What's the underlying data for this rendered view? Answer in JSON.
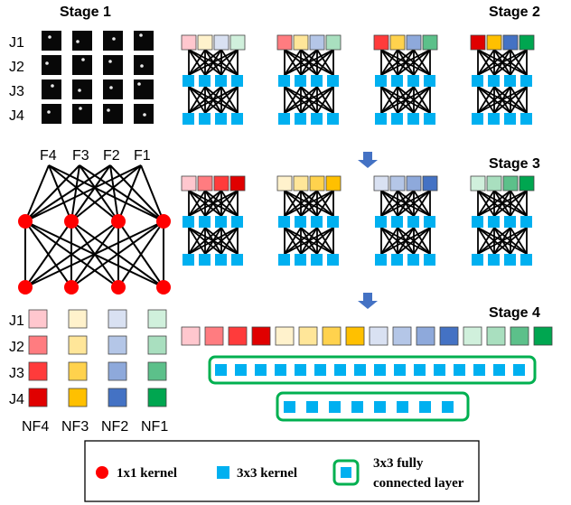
{
  "stages": {
    "s1": "Stage 1",
    "s2": "Stage 2",
    "s3": "Stage 3",
    "s4": "Stage 4"
  },
  "joints": [
    "J1",
    "J2",
    "J3",
    "J4"
  ],
  "frames": [
    "F4",
    "F3",
    "F2",
    "F1"
  ],
  "new_features": [
    "NF4",
    "NF3",
    "NF2",
    "NF1"
  ],
  "legend": {
    "kernel_1x1": "1x1 kernel",
    "kernel_3x3": "3x3 kernel",
    "fc_line1": "3x3 fully",
    "fc_line2": "connected layer"
  },
  "colors": {
    "red_node": "#ff0000",
    "blue_node": "#00b0f0",
    "fc_border": "#00b050",
    "arrow": "#4472c4",
    "feature_palette": [
      [
        "#ffc7ce",
        "#ff7c80",
        "#ff3b3b",
        "#e00000"
      ],
      [
        "#fff2cc",
        "#ffe699",
        "#ffd24d",
        "#ffc000"
      ],
      [
        "#d9e1f2",
        "#b4c6e7",
        "#8ea9db",
        "#4472c4"
      ],
      [
        "#d0f0dc",
        "#a9dfbf",
        "#5cc08a",
        "#00a650"
      ]
    ]
  }
}
